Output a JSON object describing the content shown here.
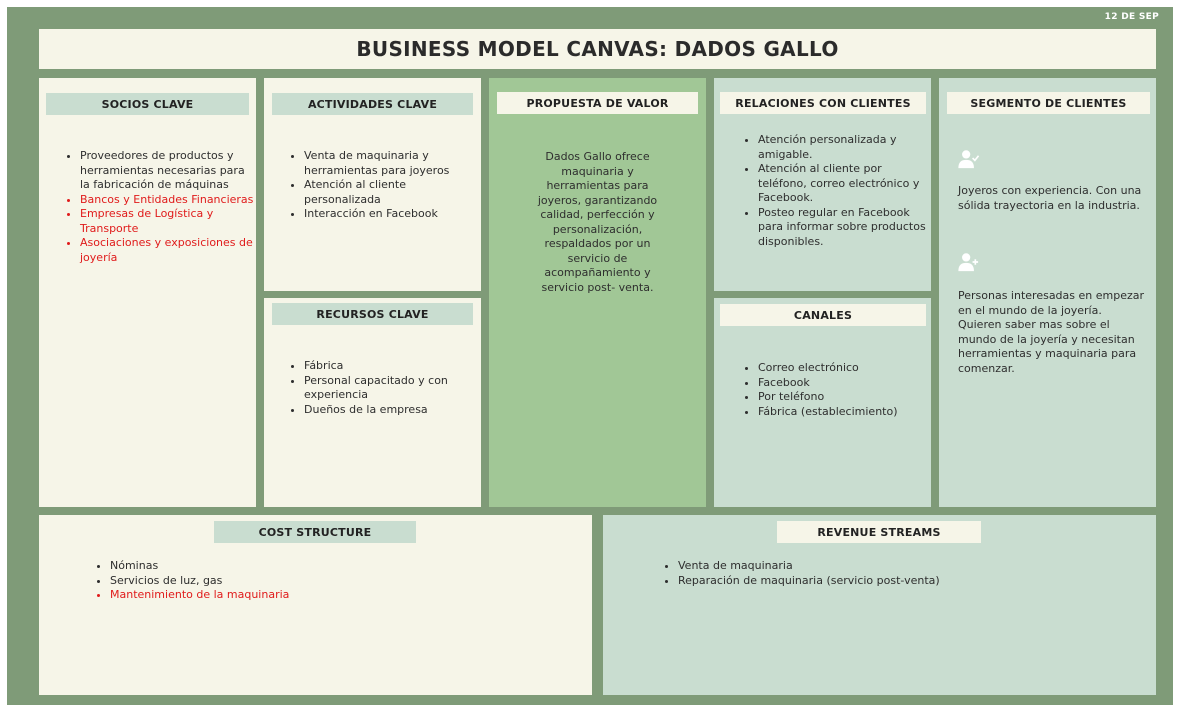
{
  "date": "12 DE SEP",
  "title": "BUSINESS MODEL CANVAS: DADOS GALLO",
  "socios": {
    "header": "SOCIOS CLAVE",
    "items": [
      "Proveedores de productos y herramientas necesarias para la fabricación de máquinas",
      "Bancos y Entidades Financieras",
      "Empresas de Logística y Transporte",
      "Asociaciones y exposiciones de joyería"
    ]
  },
  "actividades": {
    "header": "ACTIVIDADES CLAVE",
    "items": [
      "Venta de maquinaria y herramientas para joyeros",
      "Atención al cliente personalizada",
      "Interacción en Facebook"
    ]
  },
  "recursos": {
    "header": "RECURSOS CLAVE",
    "items": [
      "Fábrica",
      "Personal capacitado y con experiencia",
      "Dueños de la empresa"
    ]
  },
  "propuesta": {
    "header": "PROPUESTA DE VALOR",
    "text": "Dados Gallo ofrece maquinaria y herramientas para joyeros, garantizando calidad, perfección y personalización, respaldados por un servicio de acompañamiento y servicio post- venta."
  },
  "relaciones": {
    "header": "RELACIONES CON CLIENTES",
    "items": [
      "Atención personalizada y amigable.",
      "Atención al cliente por teléfono, correo electrónico y Facebook.",
      "Posteo regular en Facebook para informar sobre productos disponibles."
    ]
  },
  "canales": {
    "header": "CANALES",
    "items": [
      "Correo electrónico",
      "Facebook",
      "Por teléfono",
      "Fábrica (establecimiento)"
    ]
  },
  "segmento": {
    "header": "SEGMENTO DE CLIENTES",
    "text1": "Joyeros con experiencia. Con una sólida trayectoria en la industria.",
    "text2": "Personas interesadas en empezar en el mundo de la joyería. Quieren saber mas sobre el mundo de la joyería y necesitan herramientas y maquinaria para comenzar.",
    "icon1": "user-check-icon",
    "icon2": "user-plus-icon"
  },
  "costos": {
    "header": "COST STRUCTURE",
    "items": [
      "Nóminas",
      "Servicios de luz, gas",
      "Mantenimiento de la maquinaria"
    ]
  },
  "ingresos": {
    "header": "REVENUE STREAMS",
    "items": [
      "Venta de maquinaria",
      "Reparación de maquinaria (servicio post-venta)"
    ]
  },
  "colors": {
    "background": "#7f9b78",
    "cream": "#f6f5e8",
    "green": "#a1c796",
    "sage": "#c9ddd0",
    "highlight": "#e01b1b"
  }
}
